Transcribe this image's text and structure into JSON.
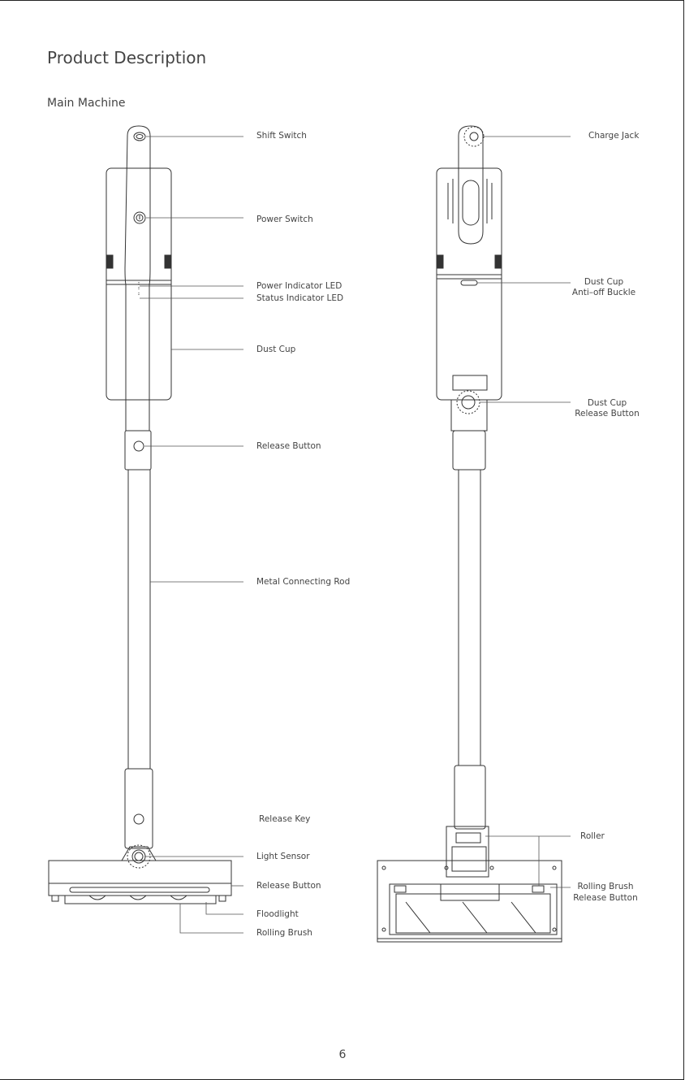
{
  "page": {
    "title": "Product Description",
    "subtitle": "Main Machine",
    "page_number": "6"
  },
  "front_labels": {
    "shift_switch": "Shift Switch",
    "power_switch": "Power Switch",
    "power_indicator_led": "Power Indicator LED",
    "status_indicator_led": "Status Indicator LED",
    "dust_cup": "Dust Cup",
    "release_button_upper": "Release Button",
    "metal_connecting_rod": "Metal Connecting Rod",
    "release_key": "Release Key",
    "light_sensor": "Light Sensor",
    "release_button_lower": "Release Button",
    "floodlight": "Floodlight",
    "rolling_brush": "Rolling Brush"
  },
  "back_labels": {
    "charge_jack": "Charge Jack",
    "dust_cup_anti_off_line1": "Dust Cup",
    "dust_cup_anti_off_line2": "Anti–off Buckle",
    "dust_cup_release_line1": "Dust Cup",
    "dust_cup_release_line2": "Release Button",
    "roller": "Roller",
    "rolling_brush_release_line1": "Rolling Brush",
    "rolling_brush_release_line2": "Release Button"
  }
}
